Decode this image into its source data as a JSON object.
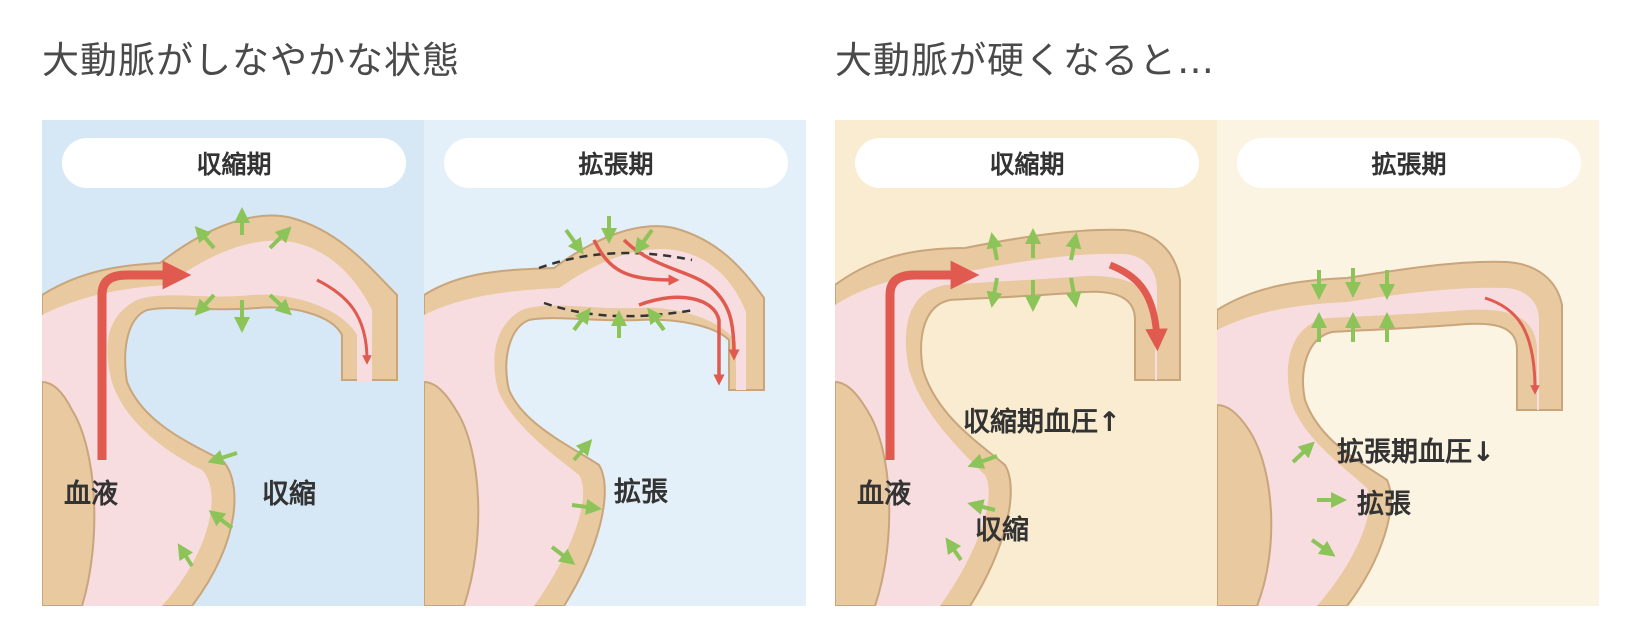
{
  "left_section": {
    "heading": "大動脈がしなやかな状態",
    "systole": {
      "phase_label": "収縮期",
      "blood_label": "血液",
      "heart_label": "収縮"
    },
    "diastole": {
      "phase_label": "拡張期",
      "heart_label": "拡張"
    }
  },
  "right_section": {
    "heading": "大動脈が硬くなると…",
    "systole": {
      "phase_label": "収縮期",
      "blood_label": "血液",
      "pressure_label": "収縮期血圧↑",
      "heart_label": "収縮"
    },
    "diastole": {
      "phase_label": "拡張期",
      "pressure_label": "拡張期血圧↓",
      "heart_label": "拡張"
    }
  },
  "colors": {
    "supple_bg": "#d6e8f6",
    "supple_bg_light": "#e3eff9",
    "stiff_bg": "#f9ecd0",
    "stiff_bg_light": "#fcf4e2",
    "tissue": "#e8c9a0",
    "tissue_outline": "#c9a57c",
    "blood_region": "#f7dde0",
    "blood_arrow": "#e05a4f",
    "wall_arrow": "#8cc459",
    "dashed_line": "#333333"
  }
}
